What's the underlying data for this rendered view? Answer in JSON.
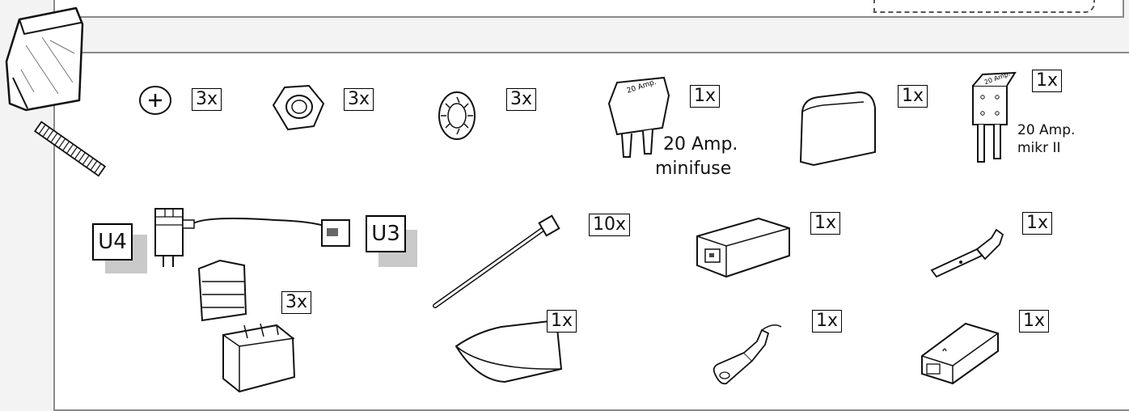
{
  "labels": {
    "screw": "3x",
    "nut": "3x",
    "lock_washer": "3x",
    "minifuse": "1x",
    "cap": "1x",
    "micro_fuse": "1x",
    "cable_tie": "10x",
    "fuse_holder": "3x",
    "pad": "1x",
    "housing": "1x",
    "terminal_a": "1x",
    "terminal_b": "1x",
    "connector_cover": "1x"
  },
  "captions": {
    "minifuse_line1": "20 Amp.",
    "minifuse_line2": "minifuse",
    "micro_line1": "20 Amp.",
    "micro_line2": "mikr II"
  },
  "fuse_prints": {
    "minifuse": "20 Amp.",
    "micro": "20 Amp."
  },
  "connectors": {
    "left": "U4",
    "right": "U3"
  }
}
